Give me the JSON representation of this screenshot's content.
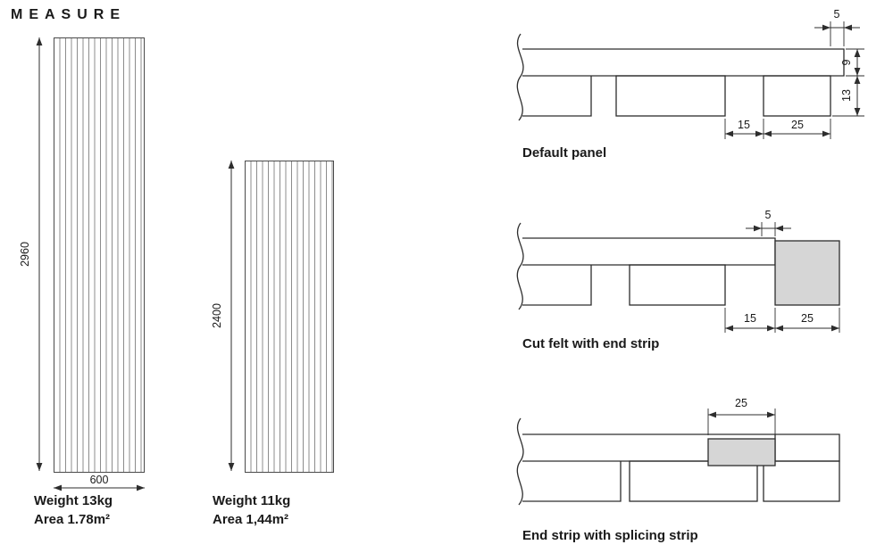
{
  "title": "MEASURE",
  "panels": [
    {
      "height_dim": "2960",
      "width_dim": "600",
      "weight": "Weight 13kg",
      "area": "Area 1.78m²"
    },
    {
      "height_dim": "2400",
      "weight": "Weight 11kg",
      "area": "Area 1,44m²"
    }
  ],
  "sections": [
    {
      "label": "Default panel",
      "dims": {
        "overhang": "5",
        "felt_thickness": "9",
        "slat_thickness": "13",
        "gap": "15",
        "slat_width": "25"
      }
    },
    {
      "label": "Cut felt with end strip",
      "dims": {
        "cut_offset": "5",
        "gap": "15",
        "end_strip_width": "25"
      }
    },
    {
      "label": "End strip with splicing strip",
      "dims": {
        "splicing_strip_width": "25"
      }
    }
  ],
  "colors": {
    "line": "#2d2d2d",
    "fill_gray": "#d6d6d6",
    "text": "#1a1a1a"
  }
}
